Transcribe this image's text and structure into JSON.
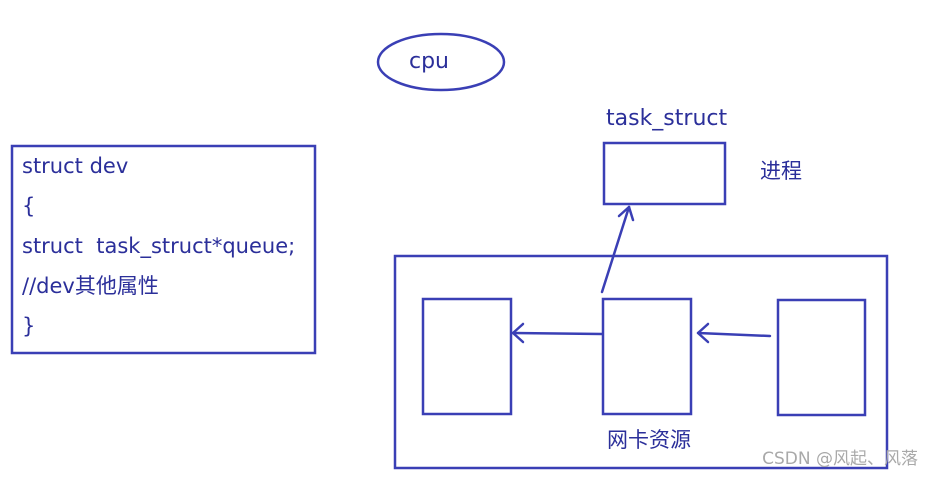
{
  "cpu": {
    "label": "cpu"
  },
  "task_struct": {
    "label": "task_struct"
  },
  "process": {
    "label": "进程"
  },
  "nic_resource": {
    "label": "网卡资源"
  },
  "code_block": {
    "lines": [
      "struct dev",
      "{",
      "struct  task_struct*queue;",
      "//dev其他属性",
      "}"
    ]
  },
  "watermark": {
    "text": "CSDN @风起、风落"
  },
  "colors": {
    "stroke": "#3a3fb5",
    "text": "#2b2f9a",
    "background": "#ffffff",
    "watermark": "#a9a9a9"
  }
}
